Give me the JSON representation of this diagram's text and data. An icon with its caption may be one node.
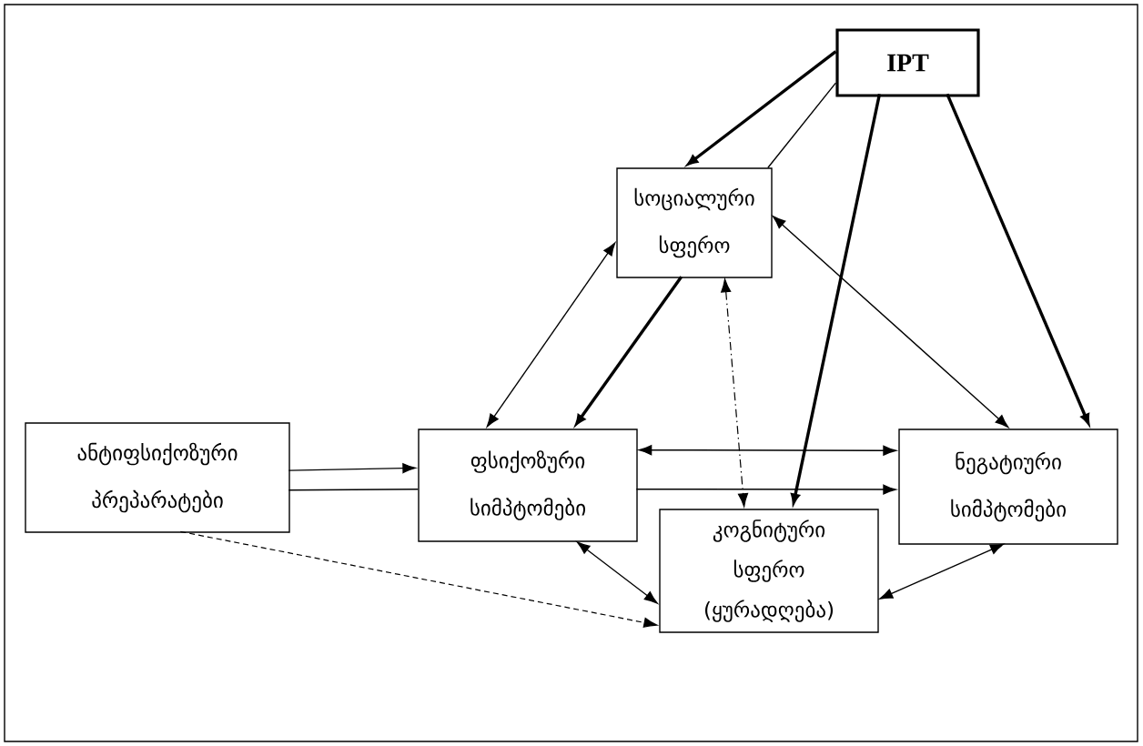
{
  "diagram": {
    "nodes": [
      {
        "text": [
          "IPT"
        ]
      },
      {
        "text": [
          "სოციალური სფერო"
        ]
      },
      {
        "text": [
          "ანტიფსიქოზური პრეპარატები"
        ]
      },
      {
        "text": [
          "ფსიქოზური სიმპტომები"
        ]
      },
      {
        "text": [
          "ნეგატიური სიმპტომები"
        ]
      },
      {
        "text": [
          "კოგნიტური სფერო (ყურადღება)"
        ]
      }
    ],
    "edges": [
      {
        "from": 0,
        "to": 1,
        "arrow": "to",
        "style": "thick"
      },
      {
        "from": 0,
        "to": 1,
        "arrow": "none"
      },
      {
        "from": 0,
        "to": 5,
        "arrow": "to",
        "style": "thick"
      },
      {
        "from": 0,
        "to": 4,
        "arrow": "to",
        "style": "thick"
      },
      {
        "from": 1,
        "to": 3,
        "arrow": "both"
      },
      {
        "from": 1,
        "to": 3,
        "arrow": "to",
        "style": "thick"
      },
      {
        "from": 1,
        "to": 4,
        "arrow": "both"
      },
      {
        "from": 1,
        "to": 5,
        "arrow": "both",
        "style": "dashed"
      },
      {
        "from": 2,
        "to": 3,
        "arrow": "to"
      },
      {
        "from": 2,
        "to": 3,
        "arrow": "none"
      },
      {
        "from": 3,
        "to": 4,
        "arrow": "to"
      },
      {
        "from": 2,
        "to": 5,
        "arrow": "to",
        "style": "dashed"
      },
      {
        "from": 3,
        "to": 4,
        "arrow": "both"
      },
      {
        "from": 3,
        "to": 5,
        "arrow": "both"
      },
      {
        "from": 4,
        "to": 5,
        "arrow": "both"
      }
    ]
  }
}
